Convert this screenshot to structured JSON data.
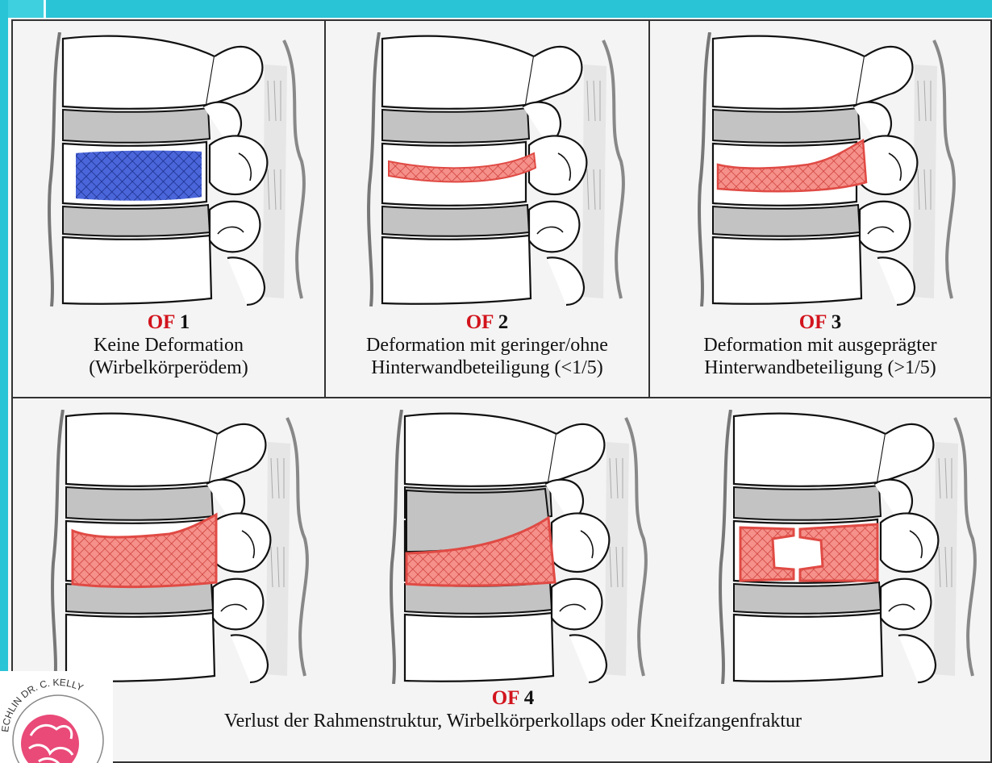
{
  "colors": {
    "frame": "#29c4d6",
    "of_label": "#d2141d",
    "edema": "#3d5bd6",
    "fracture": "#ef6a62",
    "disc": "#bfbfbf"
  },
  "panels": [
    {
      "of": "OF",
      "num": "1",
      "line1": "Keine Deformation",
      "line2": "(Wirbelkörperödem)"
    },
    {
      "of": "OF",
      "num": "2",
      "line1": "Deformation mit geringer/ohne",
      "line2": "Hinterwandbeteiligung (<1/5)"
    },
    {
      "of": "OF",
      "num": "3",
      "line1": "Deformation mit ausgeprägter",
      "line2": "Hinterwandbeteiligung (>1/5)"
    },
    {
      "of": "OF",
      "num": "4",
      "line1": "Verlust der Rahmenstruktur, Wirbelkörperkollaps oder Kneifzangenfraktur"
    }
  ],
  "logo": {
    "text": "ECHLIN DR. C. KELLY",
    "icon": "brain-icon"
  }
}
